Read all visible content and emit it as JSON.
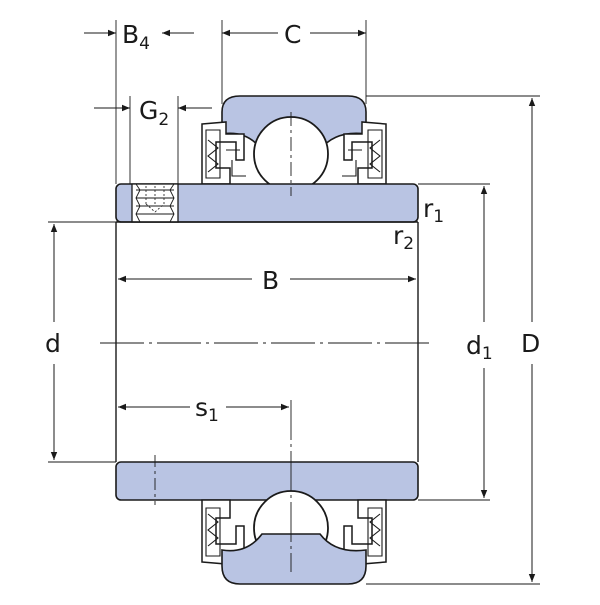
{
  "colors": {
    "ring_fill": "#b9c4e3",
    "seal_fill": "#ffffff",
    "line": "#1a1a1a",
    "dim_line": "#1a1a1a"
  },
  "dimensions": {
    "B4": {
      "main": "B",
      "sub": "4"
    },
    "C": {
      "main": "C"
    },
    "G2": {
      "main": "G",
      "sub": "2"
    },
    "r1": {
      "main": "r",
      "sub": "1"
    },
    "r2": {
      "main": "r",
      "sub": "2"
    },
    "B": {
      "main": "B"
    },
    "d": {
      "main": "d"
    },
    "d1": {
      "main": "d",
      "sub": "1"
    },
    "D": {
      "main": "D"
    },
    "s1": {
      "main": "s",
      "sub": "1"
    }
  }
}
